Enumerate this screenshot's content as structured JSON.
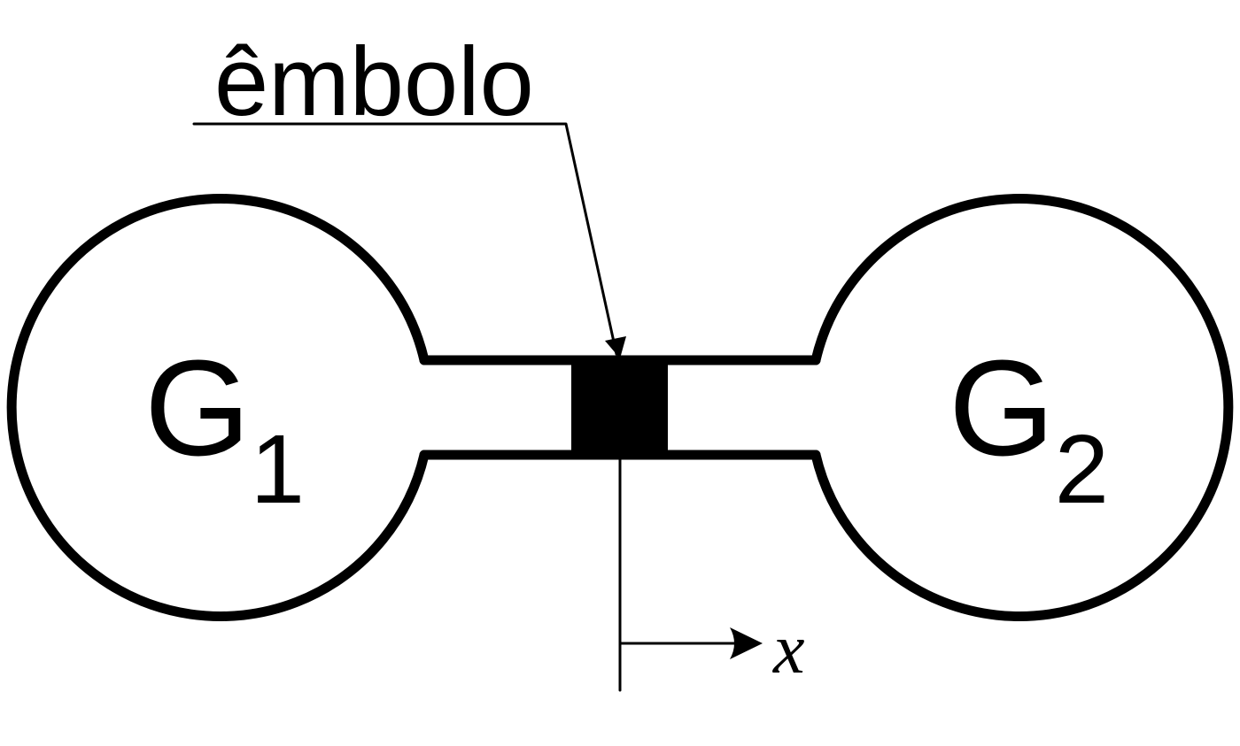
{
  "labels": {
    "piston": "êmbolo",
    "gas_left": "G",
    "gas_left_sub": "1",
    "gas_right": "G",
    "gas_right_sub": "2",
    "axis": "x"
  },
  "colors": {
    "stroke": "#000000",
    "fill": "#000000",
    "background": "#ffffff"
  }
}
